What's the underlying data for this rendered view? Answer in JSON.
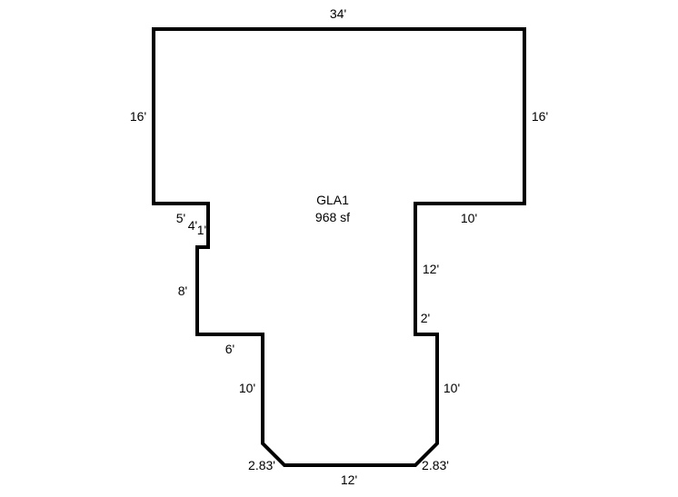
{
  "area": {
    "name": "GLA1",
    "size": "968 sf"
  },
  "dimensions": {
    "top": "34'",
    "upper_left": "16'",
    "upper_right": "16'",
    "left_step": "5'",
    "left_notch_vertical": "4'",
    "left_notch_horizontal": "1'",
    "left_middle": "8'",
    "left_lower_step": "6'",
    "left_lower": "10'",
    "bottom_left_chamfer": "2.83'",
    "bottom": "12'",
    "bottom_right_chamfer": "2.83'",
    "right_step": "10'",
    "right_middle": "12'",
    "right_notch": "2'",
    "right_lower": "10'"
  },
  "colors": {
    "outline": "#000000",
    "background": "#ffffff"
  }
}
